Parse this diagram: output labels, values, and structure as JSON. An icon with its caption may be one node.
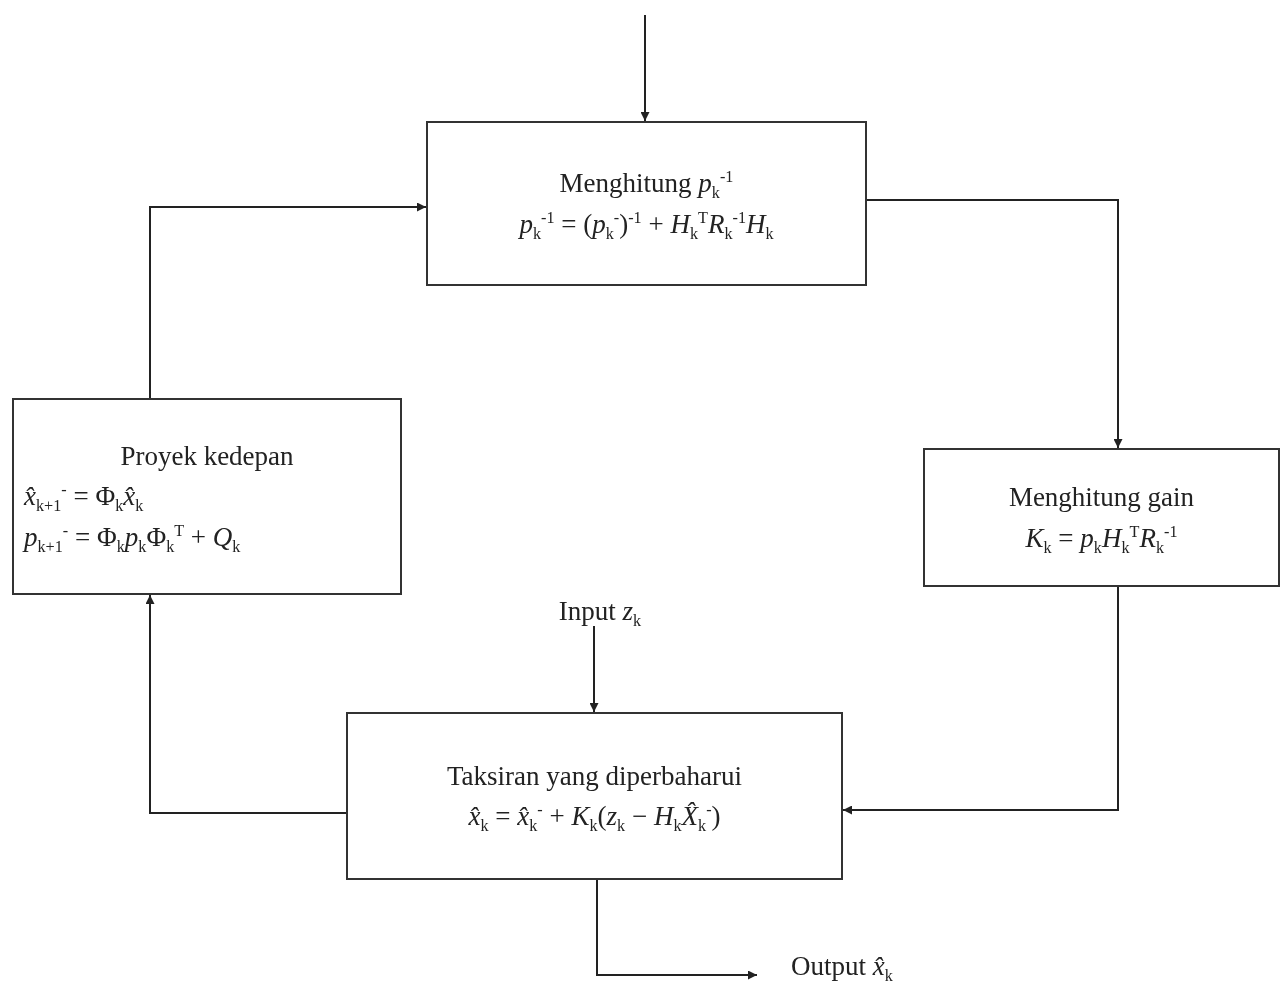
{
  "diagram": {
    "nodes": [
      {
        "text": [
          "Menghitung *p*$_{k}$$^{-1}$",
          "*p*$_{k}$$^{-1}$ = (*p*$_{k}$$^{-}$)$^{-1}$ + *H*$_{k}$$^{T}$*R*$_{k}$$^{-1}$*H*$_{k}$"
        ]
      },
      {
        "text": [
          "Proyek kedepan",
          "*x̂*$_{k+1}$$^{-}$ = Φ$_{k}$*x̂*$_{k}$",
          "*p*$_{k+1}$$^{-}$ = Φ$_{k}$*p*$_{k}$Φ$_{k}$$^{T}$ + *Q*$_{k}$"
        ]
      },
      {
        "text": [
          "Menghitung gain",
          "*K*$_{k}$ = *p*$_{k}$*H*$_{k}$$^{T}$*R*$_{k}$$^{-1}$"
        ]
      },
      {
        "text": [
          "Input *z*$_{k}$"
        ]
      },
      {
        "text": [
          "Taksiran yang diperbaharui",
          "*x̂*$_{k}$ = *x̂*$_{k}$$^{-}$ + *K*$_{k}$(*z*$_{k}$ − *H*$_{k}$*X̂*$_{k}$$^{-}$)"
        ]
      },
      {
        "text": [
          "Output *x̂*$_{k}$"
        ]
      }
    ],
    "edges": [
      {
        "from": null,
        "to": 0,
        "arrow": "to"
      },
      {
        "from": 0,
        "to": 2,
        "arrow": "to"
      },
      {
        "from": 2,
        "to": 4,
        "arrow": "to"
      },
      {
        "from": 4,
        "to": 1,
        "arrow": "to"
      },
      {
        "from": 1,
        "to": 0,
        "arrow": "to"
      },
      {
        "from": 3,
        "to": 4,
        "arrow": "to"
      },
      {
        "from": 4,
        "to": 5,
        "arrow": "to"
      }
    ]
  }
}
